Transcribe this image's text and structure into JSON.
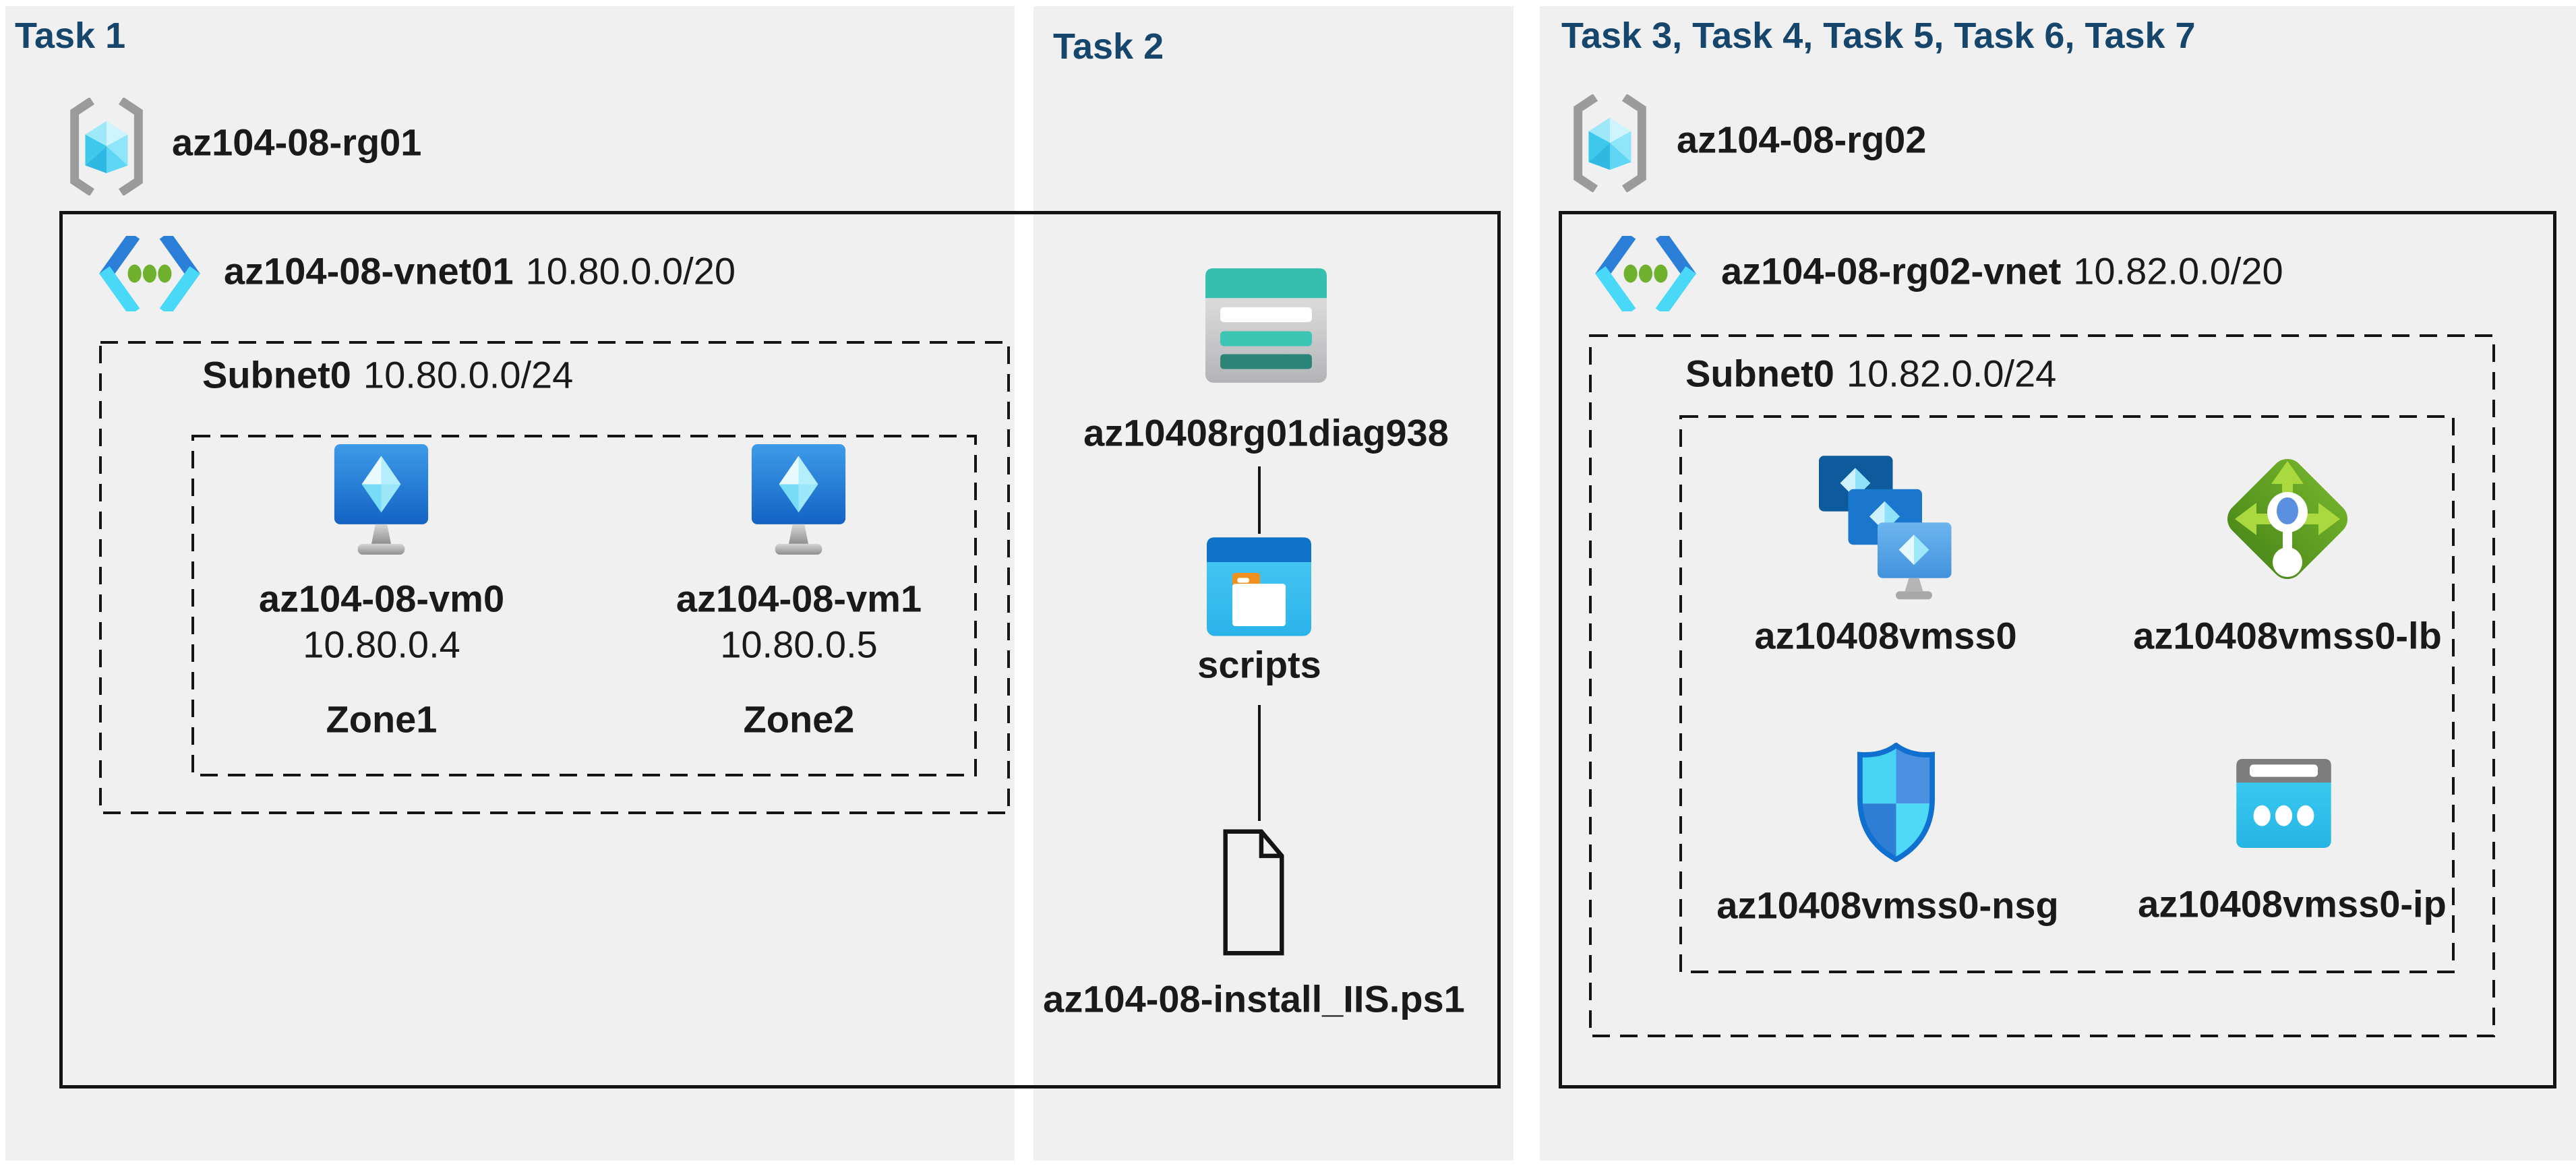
{
  "diagram": {
    "background": "#ffffff",
    "panel_bg": "#f0f0f0",
    "header_color": "#16466b"
  },
  "task1": {
    "title": "Task 1",
    "resource_group": "az104-08-rg01",
    "vnet_name": "az104-08-vnet01",
    "vnet_cidr": "10.80.0.0/20",
    "subnet_name": "Subnet0",
    "subnet_cidr": "10.80.0.0/24",
    "vms": [
      {
        "name": "az104-08-vm0",
        "ip": "10.80.0.4",
        "zone": "Zone1"
      },
      {
        "name": "az104-08-vm1",
        "ip": "10.80.0.5",
        "zone": "Zone2"
      }
    ]
  },
  "task2": {
    "title": "Task 2",
    "storage_account": "az10408rg01diag938",
    "container": "scripts",
    "script_file": "az104-08-install_IIS.ps1"
  },
  "task3": {
    "title": "Task 3, Task 4, Task 5, Task 6, Task 7",
    "resource_group": "az104-08-rg02",
    "vnet_name": "az104-08-rg02-vnet",
    "vnet_cidr": "10.82.0.0/20",
    "subnet_name": "Subnet0",
    "subnet_cidr": "10.82.0.0/24",
    "vmss": "az10408vmss0",
    "load_balancer": "az10408vmss0-lb",
    "nsg": "az10408vmss0-nsg",
    "public_ip": "az10408vmss0-ip"
  }
}
